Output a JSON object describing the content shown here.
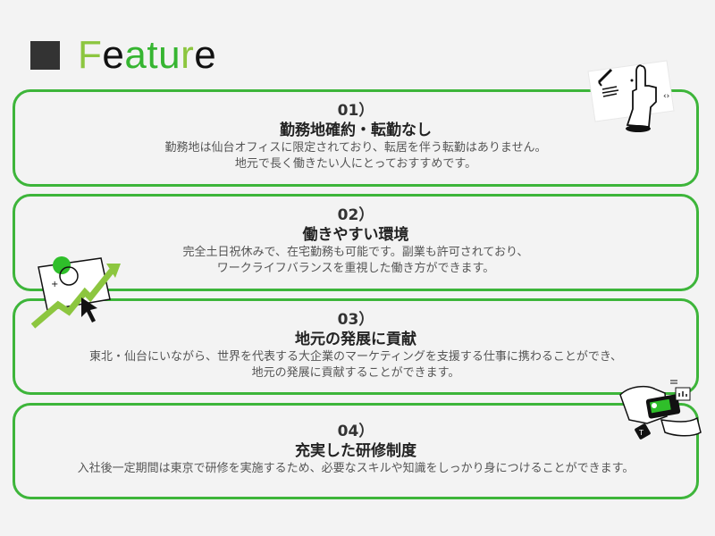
{
  "header": {
    "title_letters": [
      {
        "char": "F",
        "color": "#8cc63f"
      },
      {
        "char": "e",
        "color": "#111111"
      },
      {
        "char": "a",
        "color": "#36b531"
      },
      {
        "char": "t",
        "color": "#36b531"
      },
      {
        "char": "u",
        "color": "#36b531"
      },
      {
        "char": "r",
        "color": "#8cc63f"
      },
      {
        "char": "e",
        "color": "#111111"
      }
    ],
    "title": "Feature",
    "square_color": "#333333"
  },
  "colors": {
    "card_border": "#3db53a",
    "accent_green": "#36b531",
    "accent_lime": "#8cc63f",
    "background": "#f3f3f3"
  },
  "features": [
    {
      "number": "01）",
      "title": "勤務地確約・転勤なし",
      "lines": [
        "勤務地は仙台オフィスに限定されており、転居を伴う転勤はありません。",
        "地元で長く働きたい人にとっておすすめです。"
      ]
    },
    {
      "number": "02）",
      "title": "働きやすい環境",
      "lines": [
        "完全土日祝休みで、在宅勤務も可能です。副業も許可されており、",
        "ワークライフバランスを重視した働き方ができます。"
      ]
    },
    {
      "number": "03）",
      "title": "地元の発展に貢献",
      "lines": [
        "東北・仙台にいながら、世界を代表する大企業のマーケティングを支援する仕事に携わることができ、",
        "地元の発展に貢献することができます。"
      ]
    },
    {
      "number": "04）",
      "title": "充実した研修制度",
      "lines": [
        "入社後一定期間は東京で研修を実施するため、必要なスキルや知識をしっかり身につけることができます。"
      ]
    }
  ],
  "illustrations": {
    "thumbs_up": "thumbs-up-document-icon",
    "growth": "growth-chart-cursor-icon",
    "handshake": "hands-card-data-icon"
  }
}
